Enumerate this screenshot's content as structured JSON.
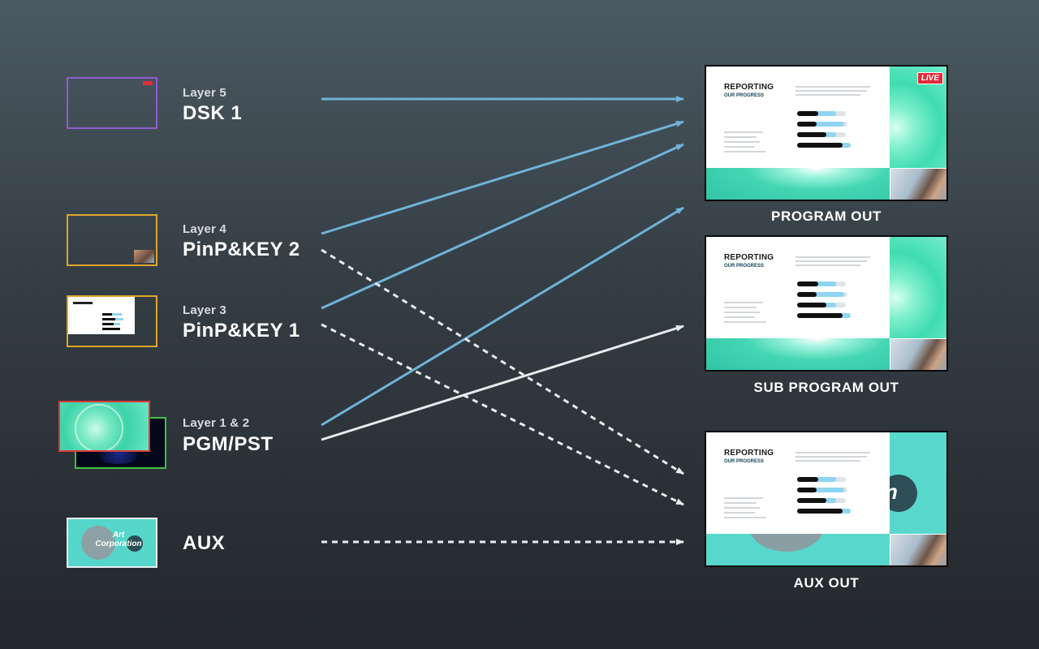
{
  "layers": [
    {
      "small": "Layer 5",
      "big": "DSK 1"
    },
    {
      "small": "Layer 4",
      "big": "PinP&KEY 2"
    },
    {
      "small": "Layer 3",
      "big": "PinP&KEY 1"
    },
    {
      "small": "Layer 1 & 2",
      "big": "PGM/PST"
    },
    {
      "small": "",
      "big": "AUX"
    }
  ],
  "outputs": [
    {
      "label": "PROGRAM OUT"
    },
    {
      "label": "SUB PROGRAM OUT"
    },
    {
      "label": "AUX OUT"
    }
  ],
  "screen": {
    "title": "REPORTING",
    "subtitle": "OUR PROGRESS",
    "live_badge": "LIVE"
  },
  "aux_thumb": {
    "logo_line1": "Art",
    "logo_line2": "Corporation",
    "partial_letter": "n"
  },
  "colors": {
    "blue_arrow": "#6fb3d8",
    "white_arrow": "#e9ecee",
    "dsk_border": "#8e5bd0",
    "pinp_border": "#e0a52a",
    "pgm_border": "#e03a3a",
    "pst_border": "#3fc23f",
    "live_red": "#e22a3a"
  }
}
